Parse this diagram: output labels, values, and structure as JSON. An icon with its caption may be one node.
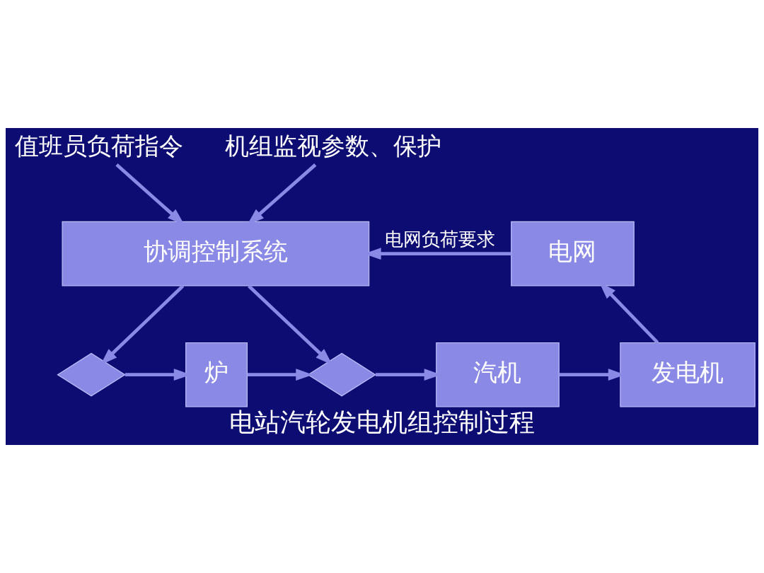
{
  "diagram": {
    "caption": "电站汽轮发电机组控制过程",
    "nodes": [
      {
        "text": [
          "值班员负荷指令"
        ]
      },
      {
        "text": [
          "机组监视参数、保护"
        ]
      },
      {
        "text": [
          "协调控制系统"
        ]
      },
      {
        "text": [
          "电网"
        ]
      },
      {
        "text": [],
        "shape": "valve"
      },
      {
        "text": [
          "炉"
        ]
      },
      {
        "text": [],
        "shape": "valve"
      },
      {
        "text": [
          "汽机"
        ]
      },
      {
        "text": [
          "发电机"
        ]
      }
    ],
    "edges": [
      {
        "from": 0,
        "to": 2,
        "arrow": "to"
      },
      {
        "from": 1,
        "to": 2,
        "arrow": "to"
      },
      {
        "from": 3,
        "to": 2,
        "arrow": "to",
        "label": "电网负荷要求"
      },
      {
        "from": 2,
        "to": 4,
        "arrow": "to"
      },
      {
        "from": 2,
        "to": 6,
        "arrow": "to"
      },
      {
        "from": 4,
        "to": 5,
        "arrow": "to"
      },
      {
        "from": 5,
        "to": 6,
        "arrow": "to"
      },
      {
        "from": 6,
        "to": 7,
        "arrow": "to"
      },
      {
        "from": 7,
        "to": 8,
        "arrow": "to"
      },
      {
        "from": 8,
        "to": 3,
        "arrow": "to"
      }
    ]
  }
}
